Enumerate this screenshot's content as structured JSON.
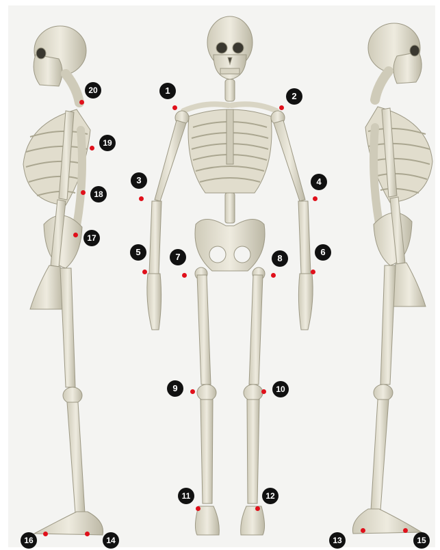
{
  "colors": {
    "background": "#f4f4f2",
    "bone": "#e6e3d6",
    "bone_shadow": "#a9a592",
    "badge": "#111111",
    "marker": "#e0101b"
  },
  "views": {
    "left": "skeleton-side-view-left",
    "center": "skeleton-front-view",
    "right": "skeleton-side-view-right"
  },
  "markers": [
    {
      "label": "1"
    },
    {
      "label": "2"
    },
    {
      "label": "3"
    },
    {
      "label": "4"
    },
    {
      "label": "5"
    },
    {
      "label": "6"
    },
    {
      "label": "7"
    },
    {
      "label": "8"
    },
    {
      "label": "9"
    },
    {
      "label": "10"
    },
    {
      "label": "11"
    },
    {
      "label": "12"
    },
    {
      "label": "13"
    },
    {
      "label": "14"
    },
    {
      "label": "15"
    },
    {
      "label": "16"
    },
    {
      "label": "17"
    },
    {
      "label": "18"
    },
    {
      "label": "19"
    },
    {
      "label": "20"
    }
  ]
}
